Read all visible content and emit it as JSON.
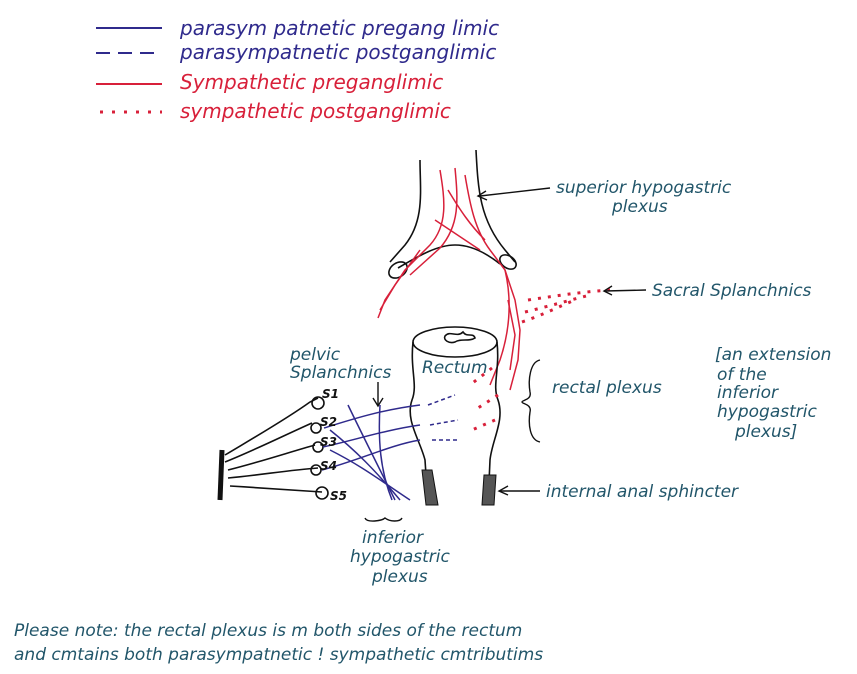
{
  "colors": {
    "parasympathetic": "#2f2a8c",
    "sympathetic": "#d8203a",
    "label": "#22566a",
    "outline": "#111111"
  },
  "legend": {
    "parasym_pre": "parasym patnetic pregang limic",
    "parasym_post": "parasympatnetic postganglimic",
    "sym_pre": "Sympathetic preganglimic",
    "sym_post": "sympathetic postganglimic"
  },
  "labels": {
    "superior_line1": "superior hypogastric",
    "superior_line2": "plexus",
    "sacral_splanchnics": "Sacral Splanchnics",
    "rectum": "Rectum",
    "pelvic_line1": "pelvic",
    "pelvic_line2": "Splanchnics",
    "rectal_plexus": "rectal plexus",
    "extension_line1": "[an extension",
    "extension_line2": "of the",
    "extension_line3": "inferior",
    "extension_line4": "hypogastric",
    "extension_line5": "plexus]",
    "internal_sphincter": "internal anal sphincter",
    "inferior_line1": "inferior",
    "inferior_line2": "hypogastric",
    "inferior_line3": "plexus",
    "s1": "S1",
    "s2": "S2",
    "s3": "S3",
    "s4": "S4",
    "s5": "S5"
  },
  "note": {
    "line1": "Please note: the rectal plexus is m both sides of the rectum",
    "line2": "and cmtains both parasympatnetic ! sympathetic cmtributims"
  }
}
